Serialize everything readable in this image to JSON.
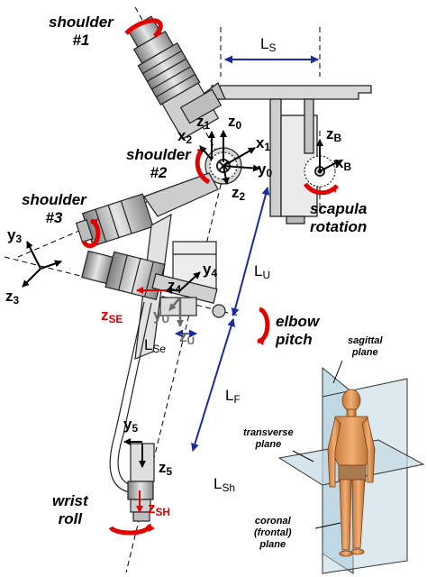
{
  "joints": {
    "shoulder1": [
      "shoulder",
      "#1"
    ],
    "shoulder2": [
      "shoulder",
      "#2"
    ],
    "shoulder3": [
      "shoulder",
      "#3"
    ],
    "scapula": [
      "scapula",
      "rotation"
    ],
    "elbow": [
      "elbow",
      "pitch"
    ],
    "wrist": [
      "wrist",
      "roll"
    ]
  },
  "axes": {
    "z1": "z",
    "z1_sub": "1",
    "z0": "z",
    "z0_sub": "0",
    "x2": "x",
    "x2_sub": "2",
    "x1": "x",
    "x1_sub": "1",
    "y0": "y",
    "y0_sub": "0",
    "z2": "z",
    "z2_sub": "2",
    "zB": "z",
    "zB_sub": "B",
    "xB": "x",
    "xB_sub": "B",
    "y3": "y",
    "y3_sub": "3",
    "z3": "z",
    "z3_sub": "3",
    "y4": "y",
    "y4_sub": "4",
    "z4": "z",
    "z4_sub": "4",
    "zSE": "z",
    "zSE_sub": "SE",
    "yU": "y",
    "yU_sub": "U",
    "zU": "z",
    "zU_sub": "U",
    "y5": "y",
    "y5_sub": "5",
    "z5": "z",
    "z5_sub": "5",
    "zSH": "z",
    "zSH_sub": "SH"
  },
  "dimensions": {
    "LS": "L",
    "LS_sub": "S",
    "LU": "L",
    "LU_sub": "U",
    "LSe": "L",
    "LSe_sub": "Se",
    "LF": "L",
    "LF_sub": "F",
    "LSh": "L",
    "LSh_sub": "Sh"
  },
  "body_planes": {
    "sagittal": [
      "sagittal",
      "plane"
    ],
    "transverse": [
      "transverse",
      "plane"
    ],
    "coronal": [
      "coronal",
      "(frontal)",
      "plane"
    ]
  },
  "colors": {
    "rotation_arrow": "#e00000",
    "dimension_line": "#1a2aa0",
    "gray_axis": "#6b6b6b"
  }
}
